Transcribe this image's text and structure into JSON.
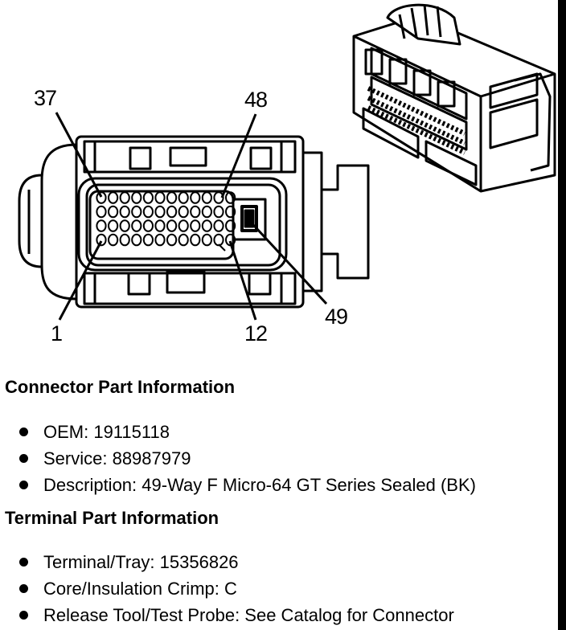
{
  "diagram": {
    "pin_labels": {
      "pin_37": "37",
      "pin_48": "48",
      "pin_1": "1",
      "pin_12": "12",
      "pin_49": "49"
    }
  },
  "connector_section": {
    "title": "Connector Part Information",
    "items": [
      "OEM: 19115118",
      "Service: 88987979",
      "Description: 49-Way F Micro-64 GT Series Sealed (BK)"
    ]
  },
  "terminal_section": {
    "title": "Terminal Part Information",
    "items": [
      "Terminal/Tray: 15356826",
      "Core/Insulation Crimp: C",
      "Release Tool/Test Probe: See Catalog for Connector"
    ]
  }
}
